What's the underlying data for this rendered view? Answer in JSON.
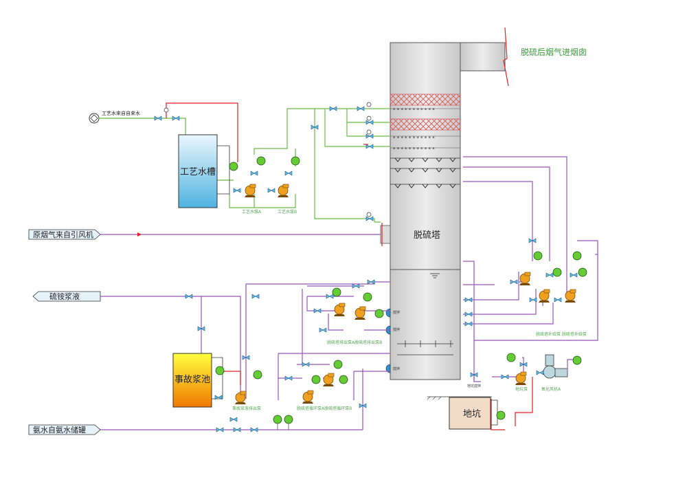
{
  "colors": {
    "water_line": "#66bb44",
    "slurry_line": "#9955bb",
    "hot_line": "#e02020",
    "tower_fill": "#dcdcdc",
    "pump_fill": "#f0a020",
    "motor_fill": "#66cc33",
    "valve_fill": "#5fb8e8",
    "tank_water_top": "#eaf6fc",
    "tank_water_bottom": "#4fb3e0",
    "tank_slurry_top": "#ffff40",
    "tank_slurry_bottom": "#f07800",
    "pit_fill": "#f2dcc8"
  },
  "labels": {
    "flue_out": "脱硫后烟气进烟囱",
    "process_water_in": "工艺水来自自来水",
    "water_tank": "工艺水槽",
    "water_pump_a": "工艺水泵A",
    "water_pump_b": "工艺水泵B",
    "flue_in": "原烟气来自引风机",
    "tower": "脱硫塔",
    "ammonium_sulfate": "硫铵浆液",
    "accident_tank": "事故浆池",
    "accident_pump": "事故浆液排出泵",
    "slurry_discharge_pumps": "脱硫塔排出泵A脱硫塔排出泵B",
    "circulation_pumps": "脱硫塔补给泵  脱硫塔补给泵",
    "circ_pump_left": "脱硫塔循环泵A脱硫塔循环泵B",
    "pit": "地坑",
    "pit_pump": "地坑泵",
    "oxidation_fan": "氧化风机A",
    "ammonia_in": "氨水自氨水储罐",
    "mixer1": "搅拌",
    "mixer2": "搅拌",
    "mixer3": "搅拌",
    "pit_mixer": "地坑搅拌"
  }
}
